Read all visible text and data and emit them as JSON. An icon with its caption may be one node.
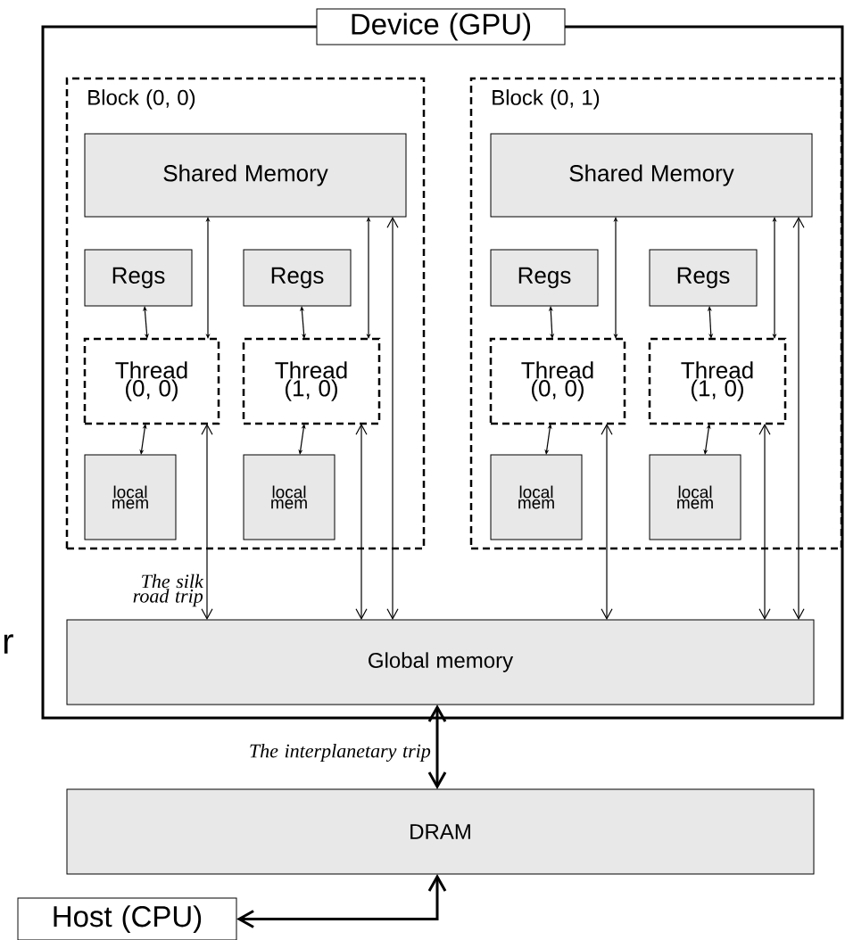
{
  "diagram": {
    "nodes": [
      {
        "text": [
          "Device (GPU)"
        ]
      },
      {
        "text": [
          "Block (0, 0)"
        ],
        "in": 0
      },
      {
        "text": [
          "Shared Memory"
        ],
        "in": 1
      },
      {
        "text": [
          "Regs"
        ],
        "in": 1
      },
      {
        "text": [
          "Thread (0, 0)"
        ],
        "in": 1
      },
      {
        "text": [
          "local mem"
        ],
        "in": 1
      },
      {
        "text": [
          "Regs"
        ],
        "in": 1
      },
      {
        "text": [
          "Thread (1, 0)"
        ],
        "in": 1
      },
      {
        "text": [
          "local mem"
        ],
        "in": 1
      },
      {
        "text": [
          "Block (0, 1)"
        ],
        "in": 0
      },
      {
        "text": [
          "Shared Memory"
        ],
        "in": 9
      },
      {
        "text": [
          "Regs"
        ],
        "in": 9
      },
      {
        "text": [
          "Thread (0, 0)"
        ],
        "in": 9
      },
      {
        "text": [
          "local mem"
        ],
        "in": 9
      },
      {
        "text": [
          "Regs"
        ],
        "in": 9
      },
      {
        "text": [
          "Thread (1, 0)"
        ],
        "in": 9
      },
      {
        "text": [
          "local mem"
        ],
        "in": 9
      },
      {
        "text": [
          "Global memory"
        ],
        "in": 0
      },
      {
        "text": [
          "DRAM"
        ]
      },
      {
        "text": [
          "Host (CPU)"
        ]
      }
    ],
    "edges": [
      {
        "from": 3,
        "to": 4,
        "arrow": "both"
      },
      {
        "from": 4,
        "to": 5,
        "arrow": "both"
      },
      {
        "from": 6,
        "to": 7,
        "arrow": "both"
      },
      {
        "from": 7,
        "to": 8,
        "arrow": "both"
      },
      {
        "from": 11,
        "to": 12,
        "arrow": "both"
      },
      {
        "from": 12,
        "to": 13,
        "arrow": "both"
      },
      {
        "from": 14,
        "to": 15,
        "arrow": "both"
      },
      {
        "from": 15,
        "to": 16,
        "arrow": "both"
      },
      {
        "from": 2,
        "to": 4,
        "arrow": "both"
      },
      {
        "from": 2,
        "to": 7,
        "arrow": "both"
      },
      {
        "from": 10,
        "to": 12,
        "arrow": "both"
      },
      {
        "from": 10,
        "to": 15,
        "arrow": "both"
      },
      {
        "from": 4,
        "to": 17,
        "arrow": "both",
        "label": "The silk road trip"
      },
      {
        "from": 7,
        "to": 17,
        "arrow": "both"
      },
      {
        "from": 2,
        "to": 17,
        "arrow": "both"
      },
      {
        "from": 12,
        "to": 17,
        "arrow": "both"
      },
      {
        "from": 15,
        "to": 17,
        "arrow": "both"
      },
      {
        "from": 10,
        "to": 17,
        "arrow": "both"
      },
      {
        "from": 17,
        "to": 18,
        "arrow": "both",
        "style": "thick",
        "label": "The interplanetary trip"
      },
      {
        "from": 18,
        "to": 19,
        "arrow": "both",
        "style": "thick"
      }
    ],
    "labels": [
      "r"
    ]
  }
}
